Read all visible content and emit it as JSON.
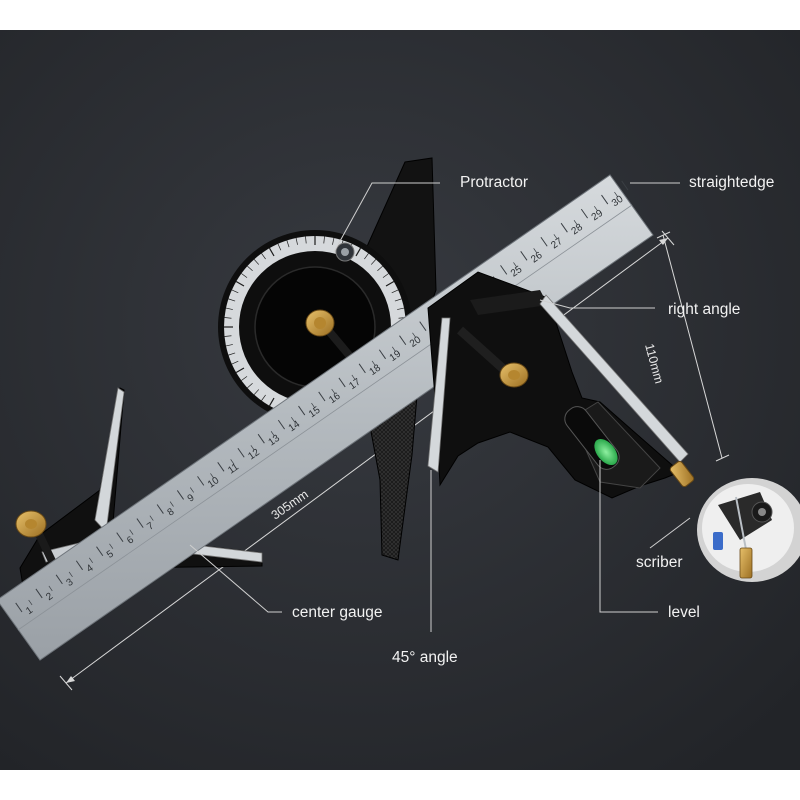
{
  "diagram": {
    "parts": [
      {
        "id": "protractor",
        "label": "Protractor"
      },
      {
        "id": "straightedge",
        "label": "straightedge"
      },
      {
        "id": "right_angle",
        "label": "right angle"
      },
      {
        "id": "center_gauge",
        "label": "center gauge"
      },
      {
        "id": "angle_45",
        "label": "45° angle"
      },
      {
        "id": "scriber",
        "label": "scriber"
      },
      {
        "id": "level",
        "label": "level"
      }
    ],
    "dimensions": {
      "ruler_length": "305mm",
      "head_length": "110mm"
    },
    "ruler_scale": {
      "unit": "cm",
      "min": 1,
      "max": 30
    }
  },
  "colors": {
    "background": "#2b2e33",
    "border": "#ffffff",
    "ruler": "#b9bfc5",
    "head": "#111111",
    "brass": "#c99a3d",
    "level_bubble": "#37c35b",
    "label_text": "#f2f2f2"
  }
}
